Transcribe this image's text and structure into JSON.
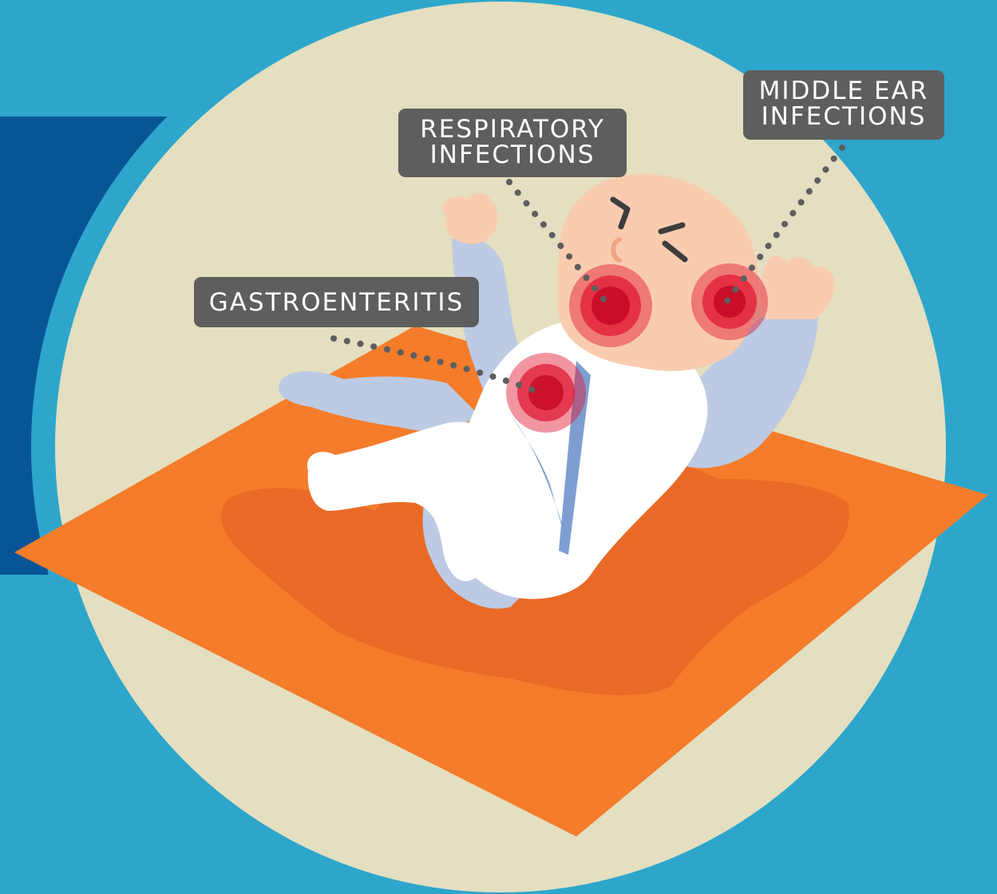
{
  "labels": {
    "respiratory": "RESPIRATORY\nINFECTIONS",
    "middle_ear": "MIDDLE EAR\nINFECTIONS",
    "gastro": "GASTROENTERITIS"
  },
  "colors": {
    "background": "#2ea6cc",
    "side_panel": "#075597",
    "circle": "#e3dfc0",
    "blanket": "#f47c2b",
    "blanket_shadow": "#e96a26",
    "skin": "#f9ccb0",
    "sleeve": "#bdcae3",
    "onesie": "#ffffff",
    "strap": "#7e9ed1",
    "callout": "#5e5e5e",
    "dots": "#5e5e5e",
    "infection": "#e0132f"
  }
}
